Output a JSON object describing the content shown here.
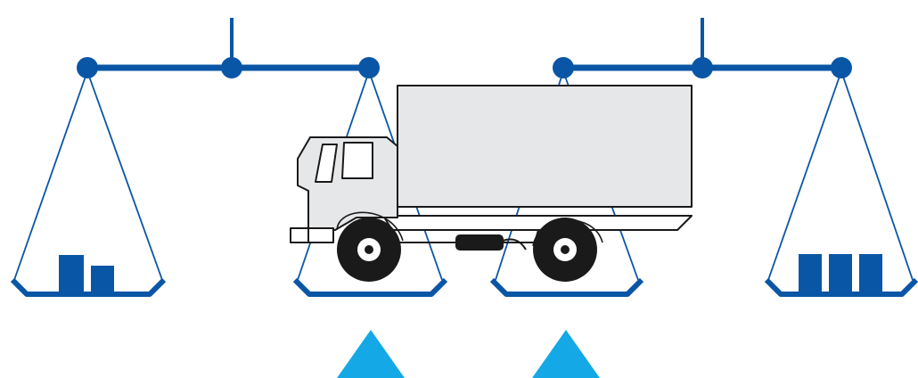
{
  "diagram": {
    "subject": "truck-axle-weighing-balance",
    "colors": {
      "beam": "#0a56a6",
      "weight": "#0a56a6",
      "marker": "#14a9e6",
      "truck_body": "#e6e7e8",
      "truck_outline": "#1a1a1a",
      "wheel": "#1a1a1a",
      "hub": "#ffffff"
    },
    "icons": {
      "left_scale": "balance-scale-icon",
      "right_scale": "balance-scale-icon",
      "truck": "box-truck-icon",
      "markers": "triangle-up-icon"
    },
    "left_weights_count": 2,
    "right_weights_count": 3,
    "axle_markers_count": 2
  }
}
